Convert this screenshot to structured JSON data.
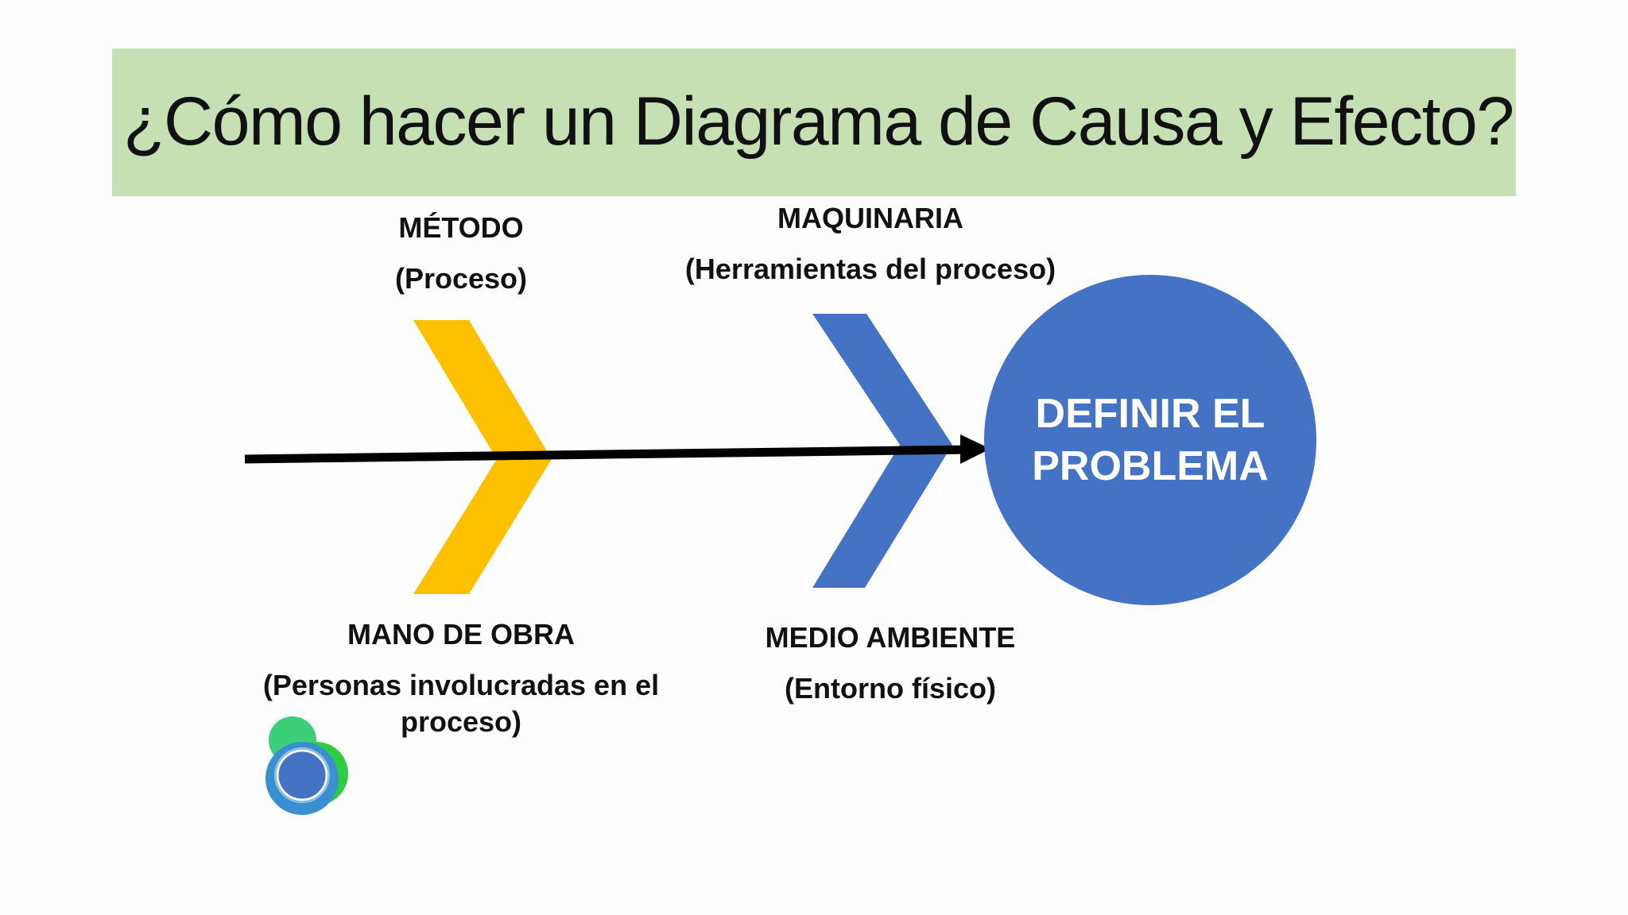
{
  "slide": {
    "title": "¿Cómo hacer un Diagrama de Causa y Efecto?",
    "colors": {
      "title_band": "#c6e0b4",
      "bone_yellow": "#ffc000",
      "bone_blue": "#4472c4",
      "problem_circle": "#4472c4",
      "spine": "#000000"
    }
  },
  "diagram": {
    "causes": {
      "metodo": {
        "title": "MÉTODO",
        "subtitle": "(Proceso)"
      },
      "maquinaria": {
        "title": "MAQUINARIA",
        "subtitle": "(Herramientas del proceso)"
      },
      "mano_de_obra": {
        "title": "MANO DE OBRA",
        "subtitle": "(Personas involucradas en el proceso)"
      },
      "medio_ambiente": {
        "title": "MEDIO AMBIENTE",
        "subtitle": "(Entorno físico)"
      }
    },
    "effect": {
      "label": "DEFINIR EL PROBLEMA"
    }
  },
  "logo": {
    "icon": "overlapping-circles-logo-icon"
  }
}
